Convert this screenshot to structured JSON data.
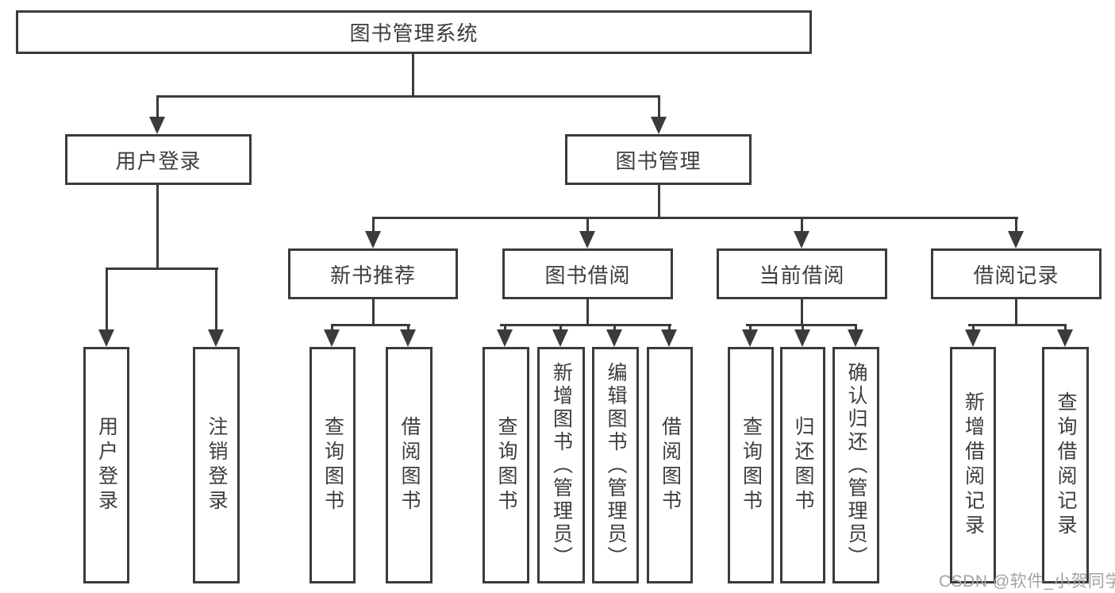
{
  "diagram_title": "图书管理系统",
  "tree": {
    "root": {
      "label": "图书管理系统"
    },
    "branches": [
      {
        "label": "用户登录",
        "leaves": [
          {
            "label": "用户登录"
          },
          {
            "label": "注销登录"
          }
        ]
      },
      {
        "label": "图书管理",
        "children": [
          {
            "label": "新书推荐",
            "leaves": [
              {
                "label": "查询图书"
              },
              {
                "label": "借阅图书"
              }
            ]
          },
          {
            "label": "图书借阅",
            "leaves": [
              {
                "label": "查询图书"
              },
              {
                "label": "新增图书（管理员）"
              },
              {
                "label": "编辑图书（管理员）"
              },
              {
                "label": "借阅图书"
              }
            ]
          },
          {
            "label": "当前借阅",
            "leaves": [
              {
                "label": "查询图书"
              },
              {
                "label": "归还图书"
              },
              {
                "label": "确认归还（管理员）"
              }
            ]
          },
          {
            "label": "借阅记录",
            "leaves": [
              {
                "label": "新增借阅记录"
              },
              {
                "label": "查询借阅记录"
              }
            ]
          }
        ]
      }
    ]
  },
  "watermark": {
    "text": "CSDN @软件_小贺同学"
  },
  "colors": {
    "line": "#3b3b3b",
    "text": "#3d3d3d",
    "watermark": "#a3a3a3",
    "background": "#ffffff"
  }
}
